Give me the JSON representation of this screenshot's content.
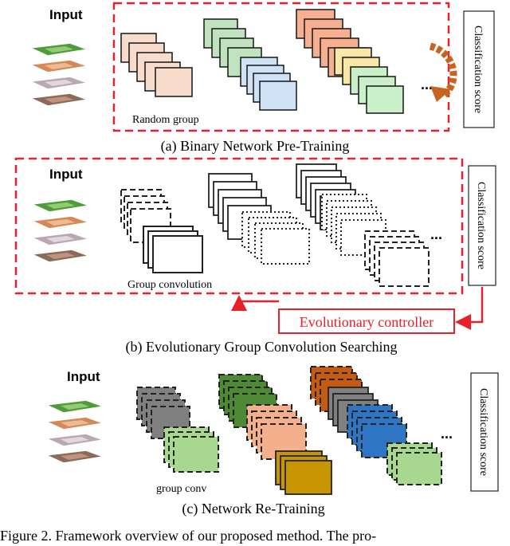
{
  "panels": {
    "a": {
      "input_label": "Input",
      "group_label": "Random group",
      "caption": "(a) Binary Network Pre-Training",
      "score_label": "Classification score",
      "ellipsis": "...",
      "palette": {
        "stack1": "#f8dccb",
        "stack2": "#bfe3bf",
        "stack3": "#cfe1f4",
        "stack4_back": "#f6b08f",
        "stack4_front": "#c9f0c9",
        "stack4_mid": "#f9e7a8",
        "arrow": "#c8621e"
      }
    },
    "b": {
      "input_label": "Input",
      "group_label": "Group convolution",
      "caption": "(b) Evolutionary Group Convolution Searching",
      "score_label": "Classification score",
      "controller_label": "Evolutionary controller",
      "ellipsis": "...",
      "accent": "#e8202a"
    },
    "c": {
      "input_label": "Input",
      "group_label": "group conv",
      "caption": "(c) Network Re-Training",
      "score_label": "Classification score",
      "ellipsis": "...",
      "palette": {
        "gray": "#808080",
        "light_green": "#a8d890",
        "dark_green": "#4e8a36",
        "salmon": "#f4b08c",
        "gold": "#c89600",
        "rust": "#c55a11",
        "blue": "#2e75c4"
      }
    }
  },
  "figure_caption": "Figure 2. Framework overview of our proposed method. The pro-"
}
